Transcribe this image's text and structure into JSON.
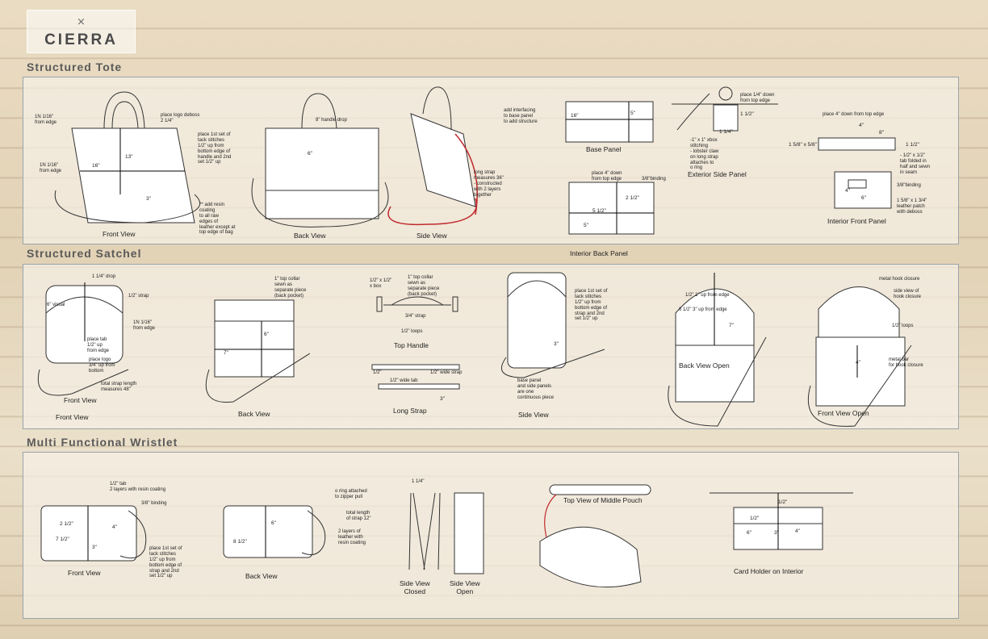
{
  "brand": {
    "mark_icon": "cross-arrows",
    "name": "CIERRA"
  },
  "sections": {
    "tote": {
      "title": "Structured Tote"
    },
    "satchel": {
      "title": "Structured Satchel"
    },
    "wristlet": {
      "title": "Multi Functional Wristlet"
    }
  },
  "tote": {
    "front_view": "Front View",
    "back_view": "Back View",
    "side_view": "Side View",
    "base_panel": "Base Panel",
    "exterior_side_panel": "Exterior Side Panel",
    "interior_front_panel": "Interior Front Panel",
    "interior_back_panel": "Interior Back Panel",
    "notes": {
      "n1": "1N 1/16\"\nfrom edge",
      "n2": "1N 1/16\"\nfrom edge",
      "deboss": "place logo deboss\n2 1/4\"",
      "tack": "place 1st set of\ntack stitches\n1/2\" up from\nbottom edge of\nhandle and 2nd\nset 1/2\" up",
      "resin": "** add resin\ncoating\nto all raw\nedges of\nleather except at\ntop edge of bag",
      "handle_drop": "8\" handle drop",
      "long_strap": "long strap\nmeasures 36\"\n- constructed\nwith 2 layers\ntogether",
      "interfacing": "add interfacing\nto base panel\nto add structure",
      "place4": "place 4\" down\nfrom top edge",
      "binding": "3/8\"binding",
      "place_quarter": "place 1/4\" down\nfrom top edge",
      "xbox": "-1\" x 1\" xbox\nstitching\n- lobster claw\non long strap\nattaches to\no ring",
      "place4_top": "place 4\" down from top edge",
      "tab_folded": "- 1/2\" x 1/2\"\ntab folded in\nhalf and sewn\nin seam",
      "binding2": "3/8\"binding",
      "leather_patch": "1 5/8\" x 1 3/4\"\nleather patch\nwith deboss"
    },
    "dims": {
      "d13": "13\"",
      "d16": "16\"",
      "d3": "3\"",
      "d6": "6\"",
      "bp16": "16\"",
      "bp5": "5\"",
      "ib2": "2 1/2\"",
      "ib5": "5 1/2\"",
      "ib5b": "5\"",
      "es1": "1 1/2\"",
      "es14": "1 1/4\"",
      "if4": "4\"",
      "if8": "8\"",
      "if1": "1 1/2\"",
      "if158": "1 5/8\" x 5/8\"",
      "if4b": "4\"",
      "if6": "6\""
    }
  },
  "satchel": {
    "front_view": "Front View",
    "front_view2": "Front View",
    "back_view": "Back View",
    "top_handle": "Top Handle",
    "long_strap": "Long Strap",
    "side_view": "Side View",
    "back_view_open": "Back View Open",
    "front_view_open": "Front View Open",
    "notes": {
      "drop": "1 1/4\" drop",
      "strap": "1/2\" strap",
      "visual": "6\" visual",
      "n1": "1N 1/16\"\nfrom edge",
      "tab": "place tab\n1/2\" up\nfrom edge",
      "logo": "place logo\n3/4\" up from\nbottom",
      "total_strap": "total strap length\nmeasures 48\"",
      "collar_back": "1\" top collar\nsewn as\nseparate piece\n(back pocket)",
      "xbox": "1/2\" x 1/2\"\nx box",
      "collar_handle": "1\" top collar\nsewn as\nseparate piece\n(back pocket)",
      "strap34": "3/4\" strap",
      "loops": "1/2\" loops",
      "tack": "place 1st set of\ntack stitches\n1/2\" up from\nbottom edge of\nstrap and 2nd\nset 1/2\" up",
      "base_panel": "base panel\nand side panels\nare one\ncontinuous piece",
      "up1": "1/2\" 1\" up from edge",
      "up3": "6 1/2\" 3\" up from edge",
      "hook": "metal hook closure",
      "side_hook": "side view of\nhook closure",
      "loops2": "1/2\" loops",
      "metal_bar": "metal bar\nfor hook closure",
      "wide_strap": "1/2\" wide strap",
      "wide_tab": "1/2\" wide tab"
    },
    "dims": {
      "d6": "6\"",
      "d7": "7\"",
      "d3": "3\"",
      "d7b": "7\"",
      "d4": "4\"",
      "d12": "1/2\"",
      "d3b": "3\""
    }
  },
  "wristlet": {
    "front_view": "Front View",
    "back_view": "Back View",
    "side_closed": "Side View\nClosed",
    "side_open": "Side View\nOpen",
    "middle_pouch": "Top View of Middle Pouch",
    "card_holder": "Card Holder on Interior",
    "notes": {
      "tab": "1/2\" tab\n2 layers with resin coating",
      "binding": "3/8\" binding",
      "tack": "place 1st set of\ntack stitches\n1/2\" up from\nbottom edge of\nstrap and 2nd\nset 1/2\" up",
      "oring": "o ring attached\nto zipper pull",
      "strap_len": "total length\nof strap 12\"",
      "layers": "2 layers of\nleather with\nresin coating",
      "side14": "1 1/4\""
    },
    "dims": {
      "f2": "2 1/2\"",
      "f4": "4\"",
      "f7": "7 1/2\"",
      "f3": "3\"",
      "b6": "6\"",
      "b8": "8 1/2\"",
      "c12": "1/2\"",
      "c12b": "1/2\"",
      "c6": "6\"",
      "c3": "3\"",
      "c4": "4\""
    }
  }
}
